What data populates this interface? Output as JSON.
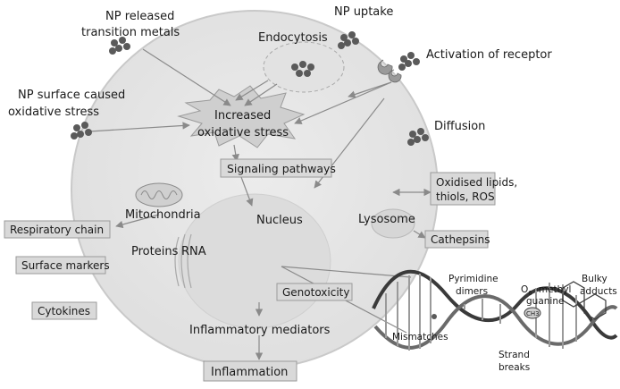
{
  "colors": {
    "cell_fill": "#e6e6e6",
    "cell_stroke": "#c9c9c9",
    "box_fill": "#d9d9d9",
    "np_dot": "#5a5a5a",
    "dna_dark": "#3a3a3a"
  },
  "labels": {
    "np_released_1": "NP released",
    "np_released_2": "transition metals",
    "np_uptake": "NP uptake",
    "endocytosis": "Endocytosis",
    "activation": "Activation of receptor",
    "np_surface_1": "NP surface caused",
    "np_surface_2": "oxidative stress",
    "increased_1": "Increased",
    "increased_2": "oxidative stress",
    "diffusion": "Diffusion",
    "signaling": "Signaling pathways",
    "oxidised_1": "Oxidised lipids,",
    "oxidised_2": "thiols, ROS",
    "mitochondria": "Mitochondria",
    "nucleus": "Nucleus",
    "lysosome": "Lysosome",
    "respiratory": "Respiratory chain",
    "cathepsins": "Cathepsins",
    "proteins": "Proteins",
    "rna": "RNA",
    "surface_markers": "Surface markers",
    "genotoxicity": "Genotoxicity",
    "cytokines": "Cytokines",
    "inflammatory": "Inflammatory mediators",
    "inflammation": "Inflammation",
    "pyrimidine_1": "Pyrimidine",
    "pyrimidine_2": "dimers",
    "methyl_1": "O",
    "methyl_sub": "6",
    "methyl_2": " -methyl",
    "methyl_3": "guanine",
    "bulky_1": "Bulky",
    "bulky_2": "adducts",
    "mismatches": "Mismatches",
    "strand_1": "Strand",
    "strand_2": "breaks",
    "ch3": "CH3"
  }
}
